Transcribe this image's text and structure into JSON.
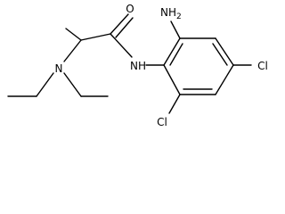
{
  "molecule": {
    "atoms": [
      {
        "id": "O",
        "label": "O"
      },
      {
        "id": "NH2",
        "label": "NH",
        "sub": "2"
      },
      {
        "id": "NH",
        "label": "NH"
      },
      {
        "id": "N",
        "label": "N"
      },
      {
        "id": "Cl1",
        "label": "Cl"
      },
      {
        "id": "Cl2",
        "label": "Cl"
      }
    ]
  }
}
